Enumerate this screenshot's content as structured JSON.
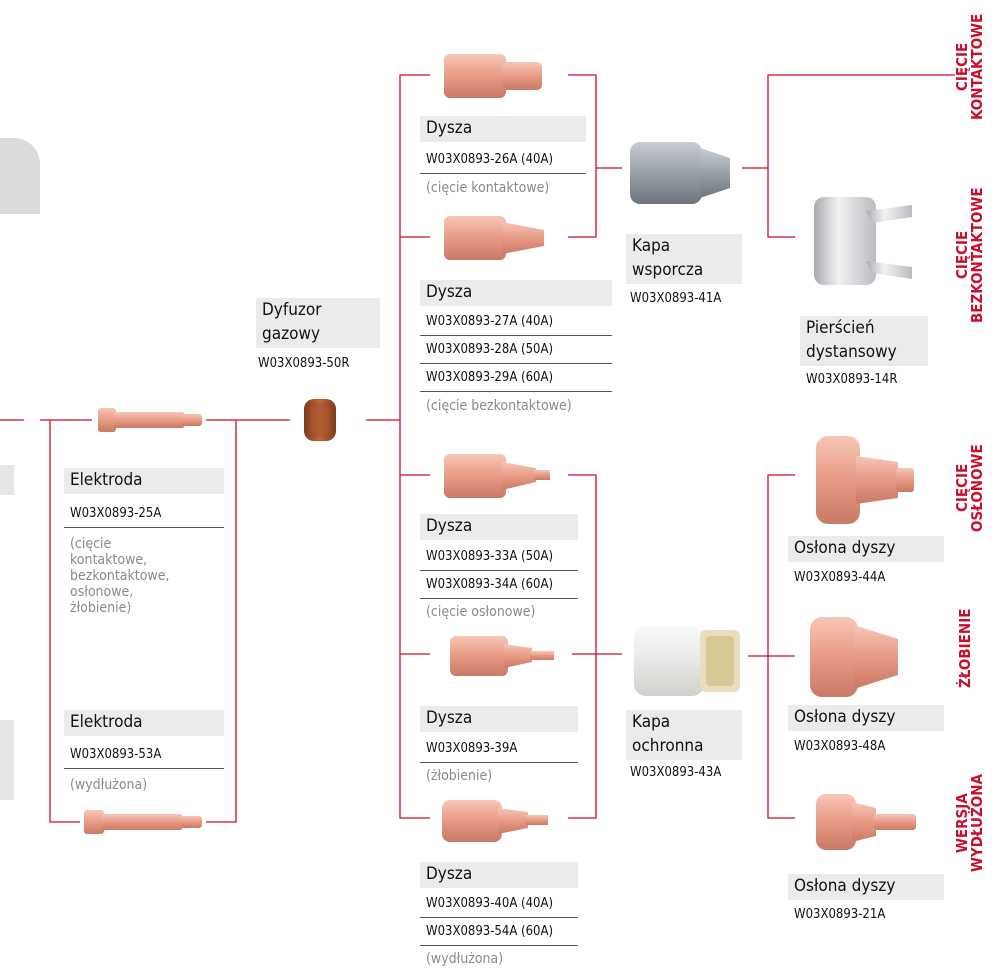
{
  "colors": {
    "accent": "#c8102e",
    "label_bg": "#ebebeb",
    "copper": "#e8a088",
    "line": "#c8102e"
  },
  "dyfuzor": {
    "title": "Dyfuzor\ngazowy",
    "codes": [
      "W03X0893-50R"
    ]
  },
  "elektroda1": {
    "title": "Elektroda",
    "codes": [
      "W03X0893-25A"
    ],
    "note": "(cięcie\nkontaktowe,\nbezkontaktowe,\nosłonowe,\nżłobienie)"
  },
  "elektroda2": {
    "title": "Elektroda",
    "codes": [
      "W03X0893-53A"
    ],
    "note": "(wydłużona)"
  },
  "dysza1": {
    "title": "Dysza",
    "codes": [
      "W03X0893-26A (40A)"
    ],
    "note": "(cięcie kontaktowe)"
  },
  "dysza2": {
    "title": "Dysza",
    "codes": [
      "W03X0893-27A (40A)",
      "W03X0893-28A (50A)",
      "W03X0893-29A (60A)"
    ],
    "note": "(cięcie bezkontaktowe)"
  },
  "dysza3": {
    "title": "Dysza",
    "codes": [
      "W03X0893-33A (50A)",
      "W03X0893-34A (60A)"
    ],
    "note": "(cięcie osłonowe)"
  },
  "dysza4": {
    "title": "Dysza",
    "codes": [
      "W03X0893-39A"
    ],
    "note": "(żłobienie)"
  },
  "dysza5": {
    "title": "Dysza",
    "codes": [
      "W03X0893-40A (40A)",
      "W03X0893-54A (60A)"
    ],
    "note": "(wydłużona)"
  },
  "kapa_wsporcza": {
    "title": "Kapa\nwsporcza",
    "codes": [
      "W03X0893-41A"
    ]
  },
  "kapa_ochronna": {
    "title": "Kapa\nochronna",
    "codes": [
      "W03X0893-43A"
    ]
  },
  "pierscien": {
    "title": "Pierścień\ndystansowy",
    "codes": [
      "W03X0893-14R"
    ]
  },
  "oslona1": {
    "title": "Osłona dyszy",
    "codes": [
      "W03X0893-44A"
    ]
  },
  "oslona2": {
    "title": "Osłona dyszy",
    "codes": [
      "W03X0893-48A"
    ]
  },
  "oslona3": {
    "title": "Osłona dyszy",
    "codes": [
      "W03X0893-21A"
    ]
  },
  "categories": {
    "kontaktowe": "CIĘCIE\nKONTAKTOWE",
    "bezkontaktowe": "CIĘCIE\nBEZKONTAKTOWE",
    "oslonowe": "CIĘCIE\nOSŁONOWE",
    "zlobienie": "ŻŁOBIENIE",
    "wydluzona": "WERSJA\nWYDŁUŻONA"
  },
  "icons": [
    "electrode-icon",
    "diffuser-ring-icon",
    "nozzle-icon",
    "support-cap-icon",
    "retaining-cap-icon",
    "spacer-ring-icon",
    "shield-cap-icon"
  ]
}
